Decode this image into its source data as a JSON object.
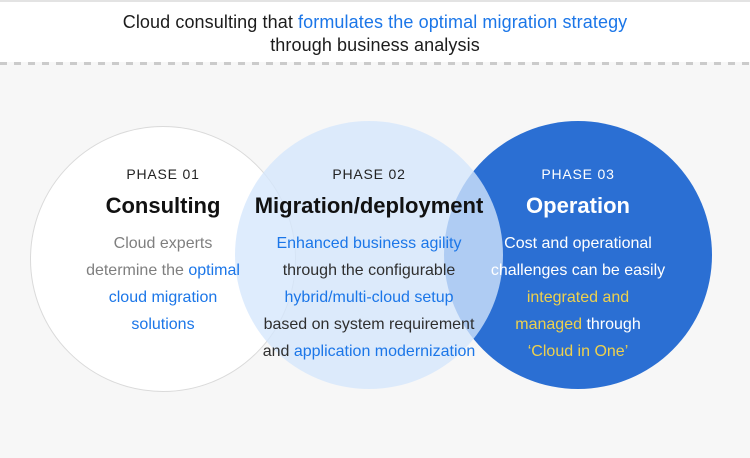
{
  "header": {
    "line1": {
      "segs": [
        {
          "t": "Cloud consulting that ",
          "c": "dark"
        },
        {
          "t": "formulates the optimal migration strategy",
          "c": "blue"
        }
      ]
    },
    "line2": {
      "segs": [
        {
          "t": "through business analysis",
          "c": "dark"
        }
      ]
    }
  },
  "phases": [
    {
      "label": "PHASE 01",
      "title": "Consulting",
      "lines": [
        {
          "segs": [
            {
              "t": "Cloud experts",
              "c": "gray"
            }
          ]
        },
        {
          "segs": [
            {
              "t": "determine the ",
              "c": "gray"
            },
            {
              "t": "optimal",
              "c": "blue"
            }
          ]
        },
        {
          "segs": [
            {
              "t": "cloud migration",
              "c": "blue"
            }
          ]
        },
        {
          "segs": [
            {
              "t": "solutions",
              "c": "blue"
            }
          ]
        }
      ]
    },
    {
      "label": "PHASE 02",
      "title": "Migration/deployment",
      "lines": [
        {
          "segs": [
            {
              "t": "Enhanced business agility",
              "c": "blue"
            }
          ]
        },
        {
          "segs": [
            {
              "t": "through the configurable",
              "c": "dark2"
            }
          ]
        },
        {
          "segs": [
            {
              "t": "hybrid/multi-cloud setup",
              "c": "blue"
            }
          ]
        },
        {
          "segs": [
            {
              "t": "based on system requirement",
              "c": "dark2"
            }
          ]
        },
        {
          "segs": [
            {
              "t": "and ",
              "c": "dark2"
            },
            {
              "t": "application modernization",
              "c": "blue"
            }
          ]
        }
      ]
    },
    {
      "label": "PHASE 03",
      "title": "Operation",
      "lines": [
        {
          "segs": [
            {
              "t": "Cost and operational",
              "c": "white"
            }
          ]
        },
        {
          "segs": [
            {
              "t": "challenges can be easily",
              "c": "white"
            }
          ]
        },
        {
          "segs": [
            {
              "t": "integrated and",
              "c": "yellow"
            }
          ]
        },
        {
          "segs": [
            {
              "t": "managed",
              "c": "yellow"
            },
            {
              "t": " through",
              "c": "white"
            }
          ]
        },
        {
          "segs": [
            {
              "t": "‘Cloud in One’",
              "c": "yellow"
            }
          ]
        }
      ]
    }
  ],
  "colors": {
    "accent-blue": "#1b76e8",
    "circle3-blue": "#2b6fd3",
    "highlight-yellow": "#eed14d"
  }
}
